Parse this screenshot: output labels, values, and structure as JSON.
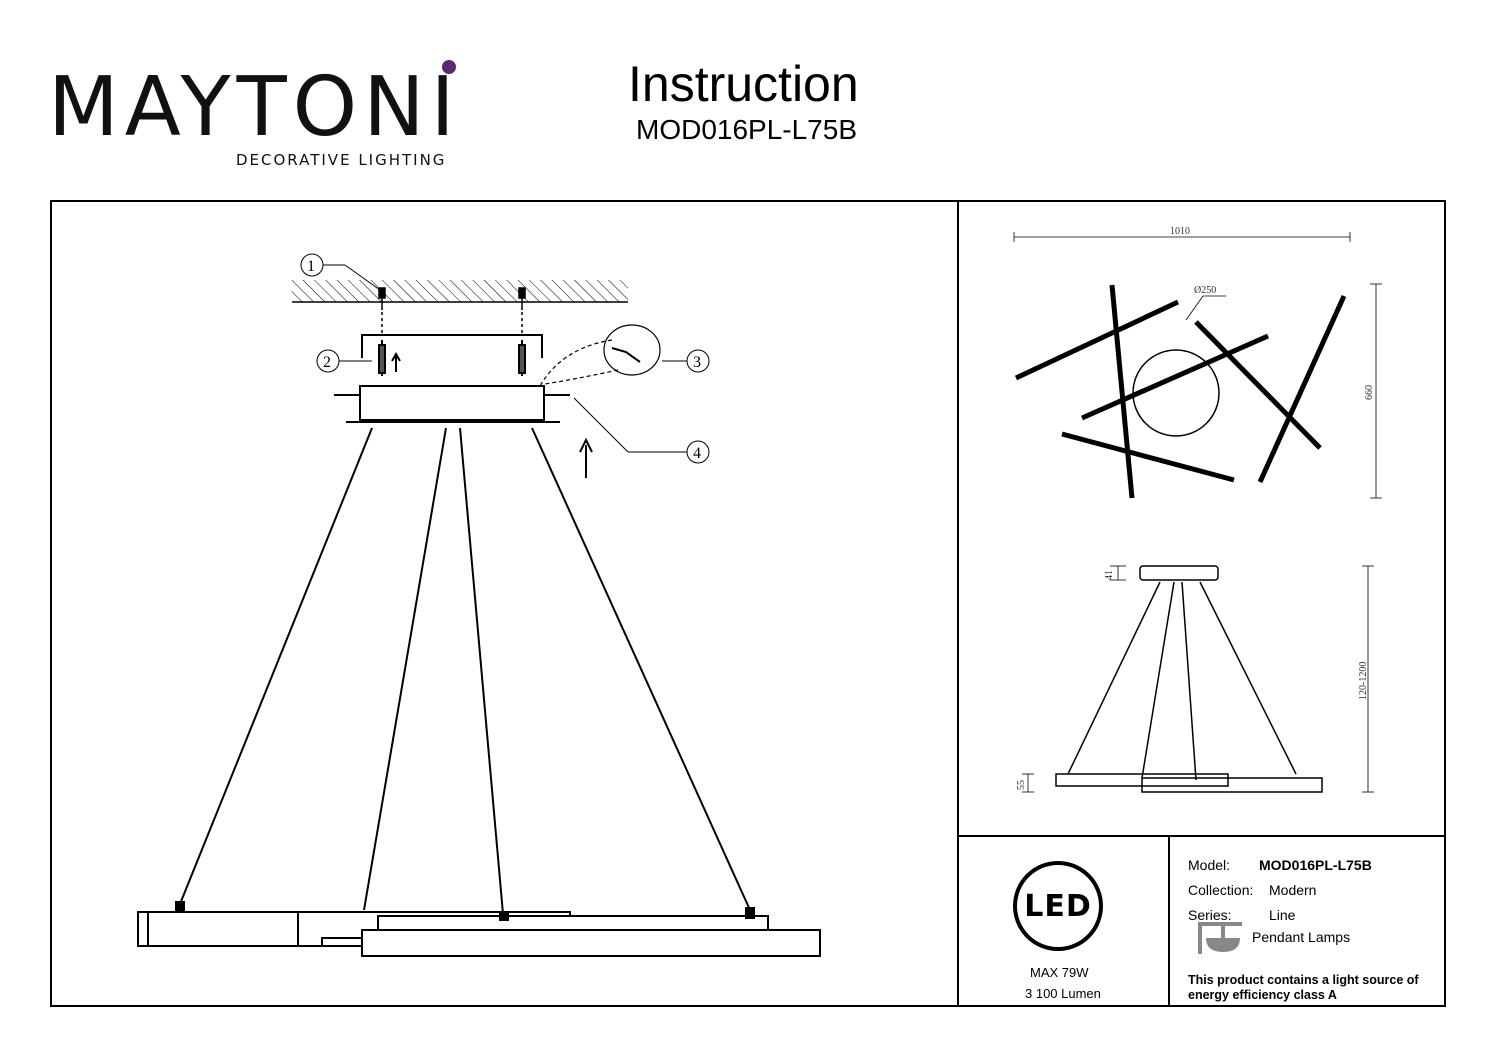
{
  "brand": {
    "name": "MAYTONI",
    "tagline": "DECORATIVE LIGHTING",
    "accent_color": "#5a2a6e"
  },
  "document": {
    "title": "Instruction",
    "model": "MOD016PL-L75B"
  },
  "callouts": [
    "1",
    "2",
    "3",
    "4"
  ],
  "dimensions": {
    "width": "1010",
    "depth": "660",
    "canopy_diameter": "Ø250",
    "canopy_height": "41",
    "suspension": "120-1200",
    "body_height": "55"
  },
  "led": {
    "logo": "LED",
    "power": "MAX 79W",
    "lumen": "3 100 Lumen"
  },
  "specs": {
    "model_label": "Model:",
    "model_value": "MOD016PL-L75B",
    "collection_label": "Collection:",
    "collection_value": "Modern",
    "series_label": "Series:",
    "series_value": "Line",
    "type_value": "Pendant Lamps",
    "energy_note": "This product contains a light source of energy efficiency class A"
  }
}
